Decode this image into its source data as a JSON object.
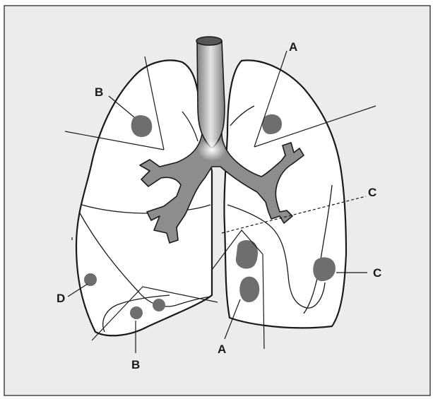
{
  "figure": {
    "background_color": "#ececec",
    "lesion_color": "#6e6e6e",
    "airway_color": "#8d8d8d",
    "labels": {
      "a_upper_right": "A",
      "a_bottom": "A",
      "b_upper_left": "B",
      "b_lower_left": "B",
      "c_upper_right": "C",
      "c_lower_right": "C",
      "d_left": "D"
    }
  }
}
